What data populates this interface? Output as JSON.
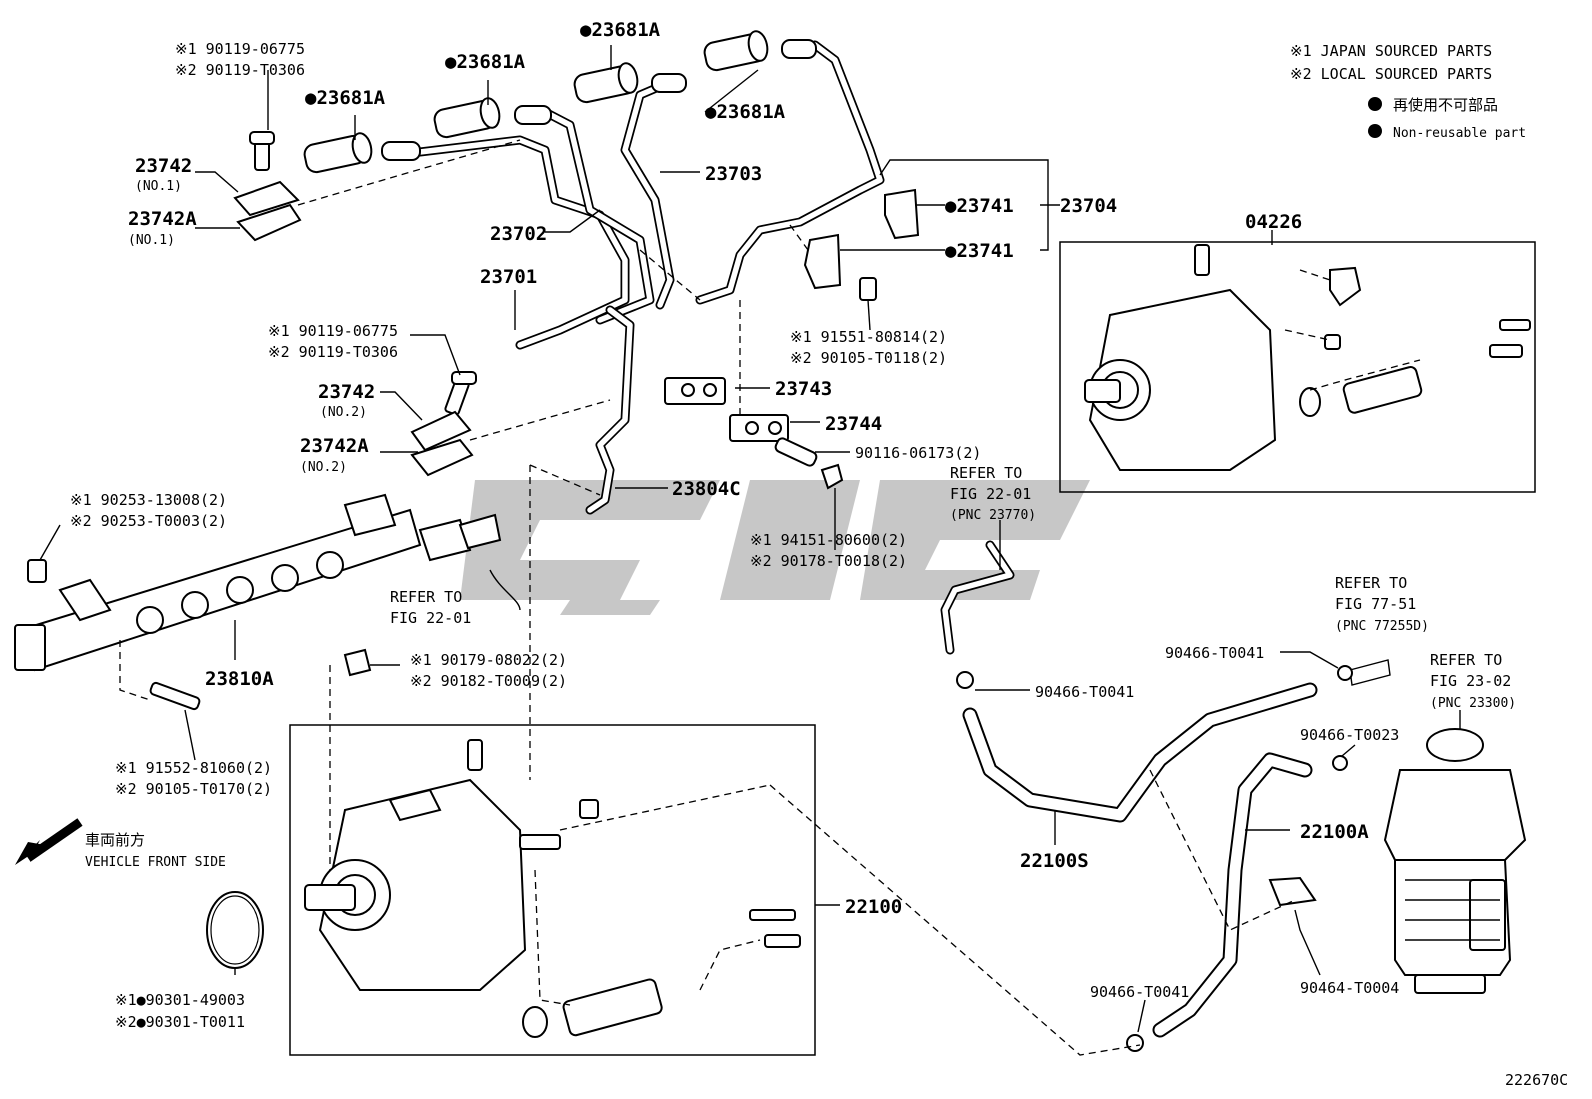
{
  "legend": {
    "japan_label": "※1 JAPAN SOURCED PARTS",
    "local_label": "※2 LOCAL SOURCED PARTS",
    "nonreuse_jp": "再使用不可部品",
    "nonreuse_en": "Non-reusable part"
  },
  "figure_number": "222670C",
  "front_side": {
    "jp": "車両前方",
    "en": "VEHICLE FRONT SIDE"
  },
  "labels": {
    "p23681a_1": "●23681A",
    "p23681a_2": "●23681A",
    "p23681a_3": "●23681A",
    "p23681a_4": "●23681A",
    "p23703": "23703",
    "p23702": "23702",
    "p23701": "23701",
    "p23704": "23704",
    "p23741_1": "●23741",
    "p23741_2": "●23741",
    "p04226": "04226",
    "p23742_no1": "23742",
    "p23742_no1_sub": "(NO.1)",
    "p23742a_no1": "23742A",
    "p23742a_no1_sub": "(NO.1)",
    "bolt1_a": "※1 90119-06775",
    "bolt1_b": "※2 90119-T0306",
    "bolt2_a": "※1 90119-06775",
    "bolt2_b": "※2 90119-T0306",
    "p23742_no2": "23742",
    "p23742_no2_sub": "(NO.2)",
    "p23742a_no2": "23742A",
    "p23742a_no2_sub": "(NO.2)",
    "bolt3_a": "※1 91551-80814(2)",
    "bolt3_b": "※2 90105-T0118(2)",
    "p23743": "23743",
    "p23744": "23744",
    "p90116": "90116-06173(2)",
    "p23804c": "23804C",
    "nut_a": "※1 94151-80600(2)",
    "nut_b": "※2 90178-T0018(2)",
    "plug_a": "※1 90253-13008(2)",
    "plug_b": "※2 90253-T0003(2)",
    "p23810a": "23810A",
    "refer_2201_a": "REFER TO",
    "refer_2201_b": "FIG 22-01",
    "refer_2201b_a": "REFER TO",
    "refer_2201b_b": "FIG 22-01",
    "refer_2201b_c": "(PNC 23770)",
    "nut2_a": "※1 90179-08022(2)",
    "nut2_b": "※2 90182-T0009(2)",
    "bolt4_a": "※1 91552-81060(2)",
    "bolt4_b": "※2 90105-T0170(2)",
    "p22100": "22100",
    "oring_a": "※1●90301-49003",
    "oring_b": "※2●90301-T0011",
    "refer_7751_a": "REFER TO",
    "refer_7751_b": "FIG 77-51",
    "refer_7751_c": "(PNC 77255D)",
    "refer_2302_a": "REFER TO",
    "refer_2302_b": "FIG 23-02",
    "refer_2302_c": "(PNC 23300)",
    "clamp1": "90466-T0041",
    "clamp2": "90466-T0041",
    "clamp3": "90466-T0023",
    "clamp4": "90466-T0041",
    "p90464": "90464-T0004",
    "p22100s": "22100S",
    "p22100a": "22100A"
  }
}
